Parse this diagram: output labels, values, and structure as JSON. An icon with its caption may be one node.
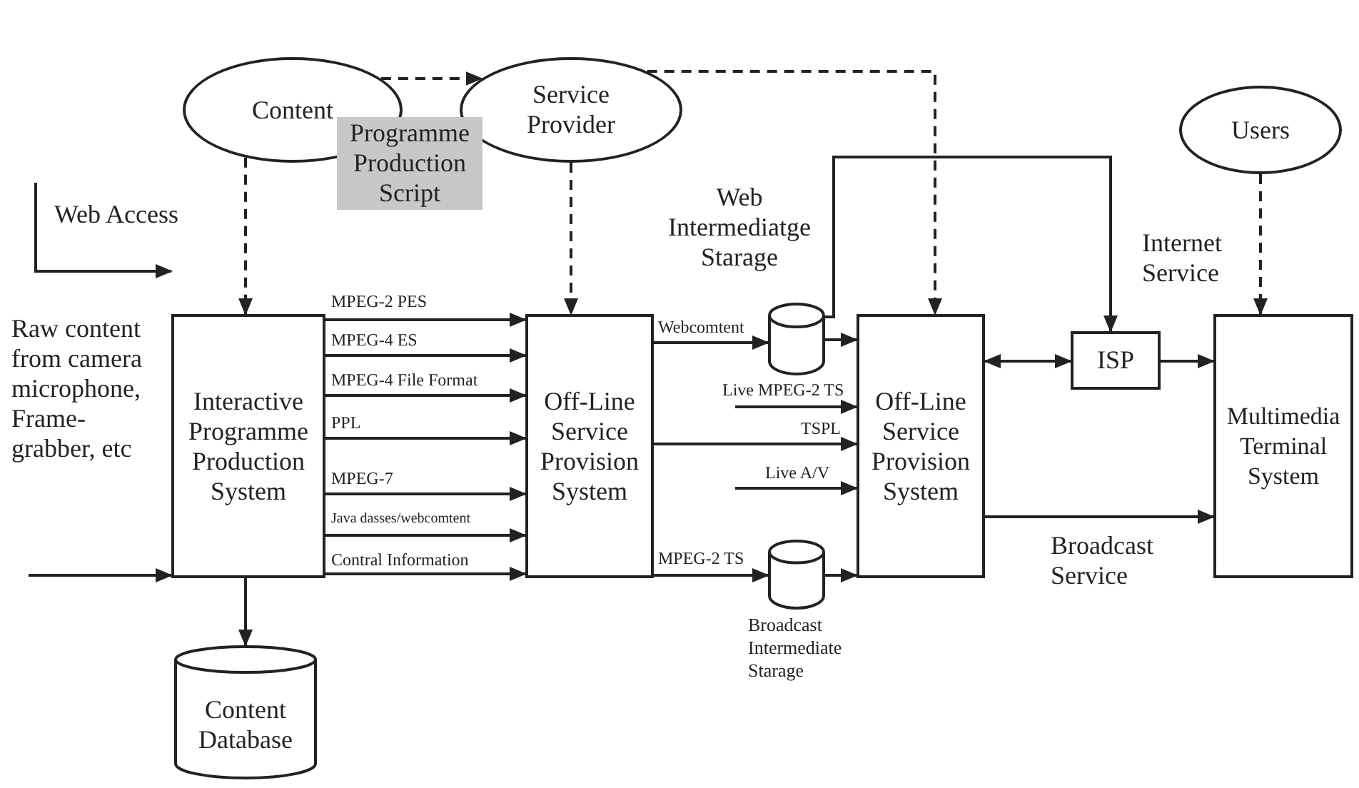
{
  "diagram": {
    "nodes": [
      {
        "text": [
          "Content"
        ]
      },
      {
        "text": [
          "Service Provider"
        ]
      },
      {
        "text": [
          "Users"
        ]
      },
      {
        "text": [
          "Interactive Programme Production System"
        ]
      },
      {
        "text": [
          "Off-Line Service Provision System"
        ]
      },
      {
        "text": [],
        "shape": "cylinder",
        "beside": [
          "Web Intermediatge Starage"
        ]
      },
      {
        "text": [],
        "shape": "cylinder",
        "beside": [
          "Broadcast Intermediate Starage"
        ]
      },
      {
        "text": [
          "Off-Line Service Provision System"
        ]
      },
      {
        "text": [
          "ISP"
        ]
      },
      {
        "text": [
          "Multimedia Terminal System"
        ]
      },
      {
        "text": [
          "Content Database"
        ]
      }
    ],
    "edges": [
      {
        "from": 0,
        "to": 1,
        "arrow": "to",
        "style": "dashed",
        "label": "Programme Production Script"
      },
      {
        "from": 0,
        "to": 3,
        "arrow": "to",
        "style": "dashed"
      },
      {
        "from": 1,
        "to": 4,
        "arrow": "to",
        "style": "dashed"
      },
      {
        "from": 1,
        "to": 7,
        "arrow": "to",
        "style": "dashed"
      },
      {
        "from": 2,
        "to": 9,
        "arrow": "to",
        "style": "dashed"
      },
      {
        "from": null,
        "to": 3,
        "arrow": "to"
      },
      {
        "from": null,
        "to": 3,
        "arrow": "to"
      },
      {
        "from": 3,
        "to": 4,
        "arrow": "to",
        "label": "MPEG-2 PES"
      },
      {
        "from": 3,
        "to": 4,
        "arrow": "to",
        "label": "MPEG-4 ES"
      },
      {
        "from": 3,
        "to": 4,
        "arrow": "to",
        "label": "MPEG-4 File Format"
      },
      {
        "from": 3,
        "to": 4,
        "arrow": "to",
        "label": "PPL"
      },
      {
        "from": 3,
        "to": 4,
        "arrow": "to",
        "label": "MPEG-7"
      },
      {
        "from": 3,
        "to": 4,
        "arrow": "to",
        "label": "Java dasses/webcomtent"
      },
      {
        "from": 3,
        "to": 4,
        "arrow": "to",
        "label": "Contral Information"
      },
      {
        "from": 4,
        "to": 5,
        "arrow": "to",
        "label": "Webcomtent"
      },
      {
        "from": 5,
        "to": 7,
        "arrow": "to"
      },
      {
        "from": 5,
        "to": 8,
        "arrow": "to"
      },
      {
        "from": null,
        "to": 7,
        "arrow": "to",
        "label": "Live MPEG-2 TS"
      },
      {
        "from": 4,
        "to": 7,
        "arrow": "to",
        "label": "TSPL"
      },
      {
        "from": null,
        "to": 7,
        "arrow": "to",
        "label": "Live A/V"
      },
      {
        "from": 4,
        "to": 6,
        "arrow": "to",
        "label": "MPEG-2 TS"
      },
      {
        "from": 6,
        "to": 7,
        "arrow": "to"
      },
      {
        "from": 7,
        "to": 8,
        "arrow": "both"
      },
      {
        "from": 8,
        "to": 9,
        "arrow": "to"
      },
      {
        "from": 7,
        "to": 9,
        "arrow": "to",
        "label": "Broadcast Service"
      },
      {
        "from": 3,
        "to": 10,
        "arrow": "to"
      }
    ],
    "labels": [
      "Web Access",
      "Raw content from camera microphone, Frame-grabber, etc",
      "Internet Service"
    ]
  }
}
